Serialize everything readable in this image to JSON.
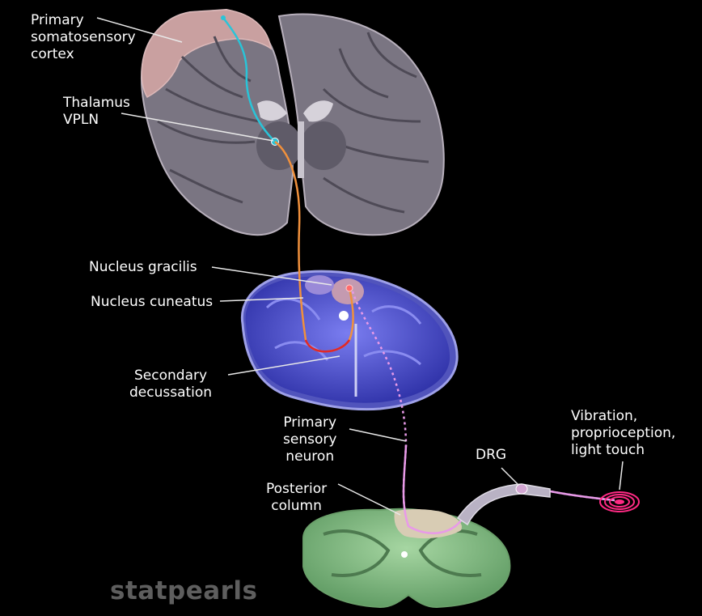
{
  "labels": {
    "somatosensory_cortex": "Primary\nsomatosensory\ncortex",
    "thalamus": "Thalamus\nVPLN",
    "nucleus_gracilis": "Nucleus gracilis",
    "nucleus_cuneatus": "Nucleus cuneatus",
    "secondary_decussation": "Secondary\ndecussation",
    "primary_sensory_neuron": "Primary\nsensory\nneuron",
    "posterior_column": "Posterior\ncolumn",
    "drg": "DRG",
    "stimulus": "Vibration,\nproprioception,\nlight touch"
  },
  "watermark": "statpearls",
  "colors": {
    "background": "#000000",
    "cortex_highlight": "#c9a0a0",
    "brain_tissue": "#7a7582",
    "medulla": "#4b4ec8",
    "spinal_cord": "#86c086",
    "posterior_column_fill": "#d8ccb4",
    "third_order_neuron": "#29c4d8",
    "second_order_neuron": "#f0903c",
    "first_order_neuron": "#e89ae8",
    "receptor": "#ff2a84"
  }
}
